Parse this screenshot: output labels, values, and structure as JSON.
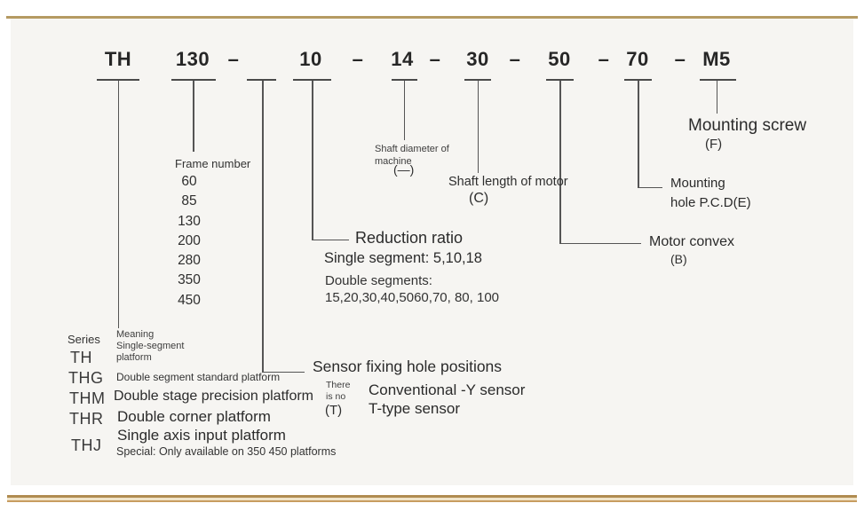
{
  "code": {
    "series": "TH",
    "frame": "130",
    "sep1": "–",
    "reduction": "10",
    "sep2": "–",
    "shaft_diameter": "14",
    "sep3": "–",
    "shaft_length": "30",
    "sep4": "–",
    "motor_convex": "50",
    "sep5": "–",
    "mounting_hole": "70",
    "sep6": "–",
    "mounting_screw": "M5"
  },
  "frame": {
    "title": "Frame number",
    "values": [
      "60",
      "85",
      "130",
      "200",
      "280",
      "350",
      "450"
    ]
  },
  "shaft_diameter": {
    "line1": "Shaft diameter of",
    "line2": "machine",
    "code": "(—)"
  },
  "shaft_length": {
    "title": "Shaft length of motor",
    "code": "(C)"
  },
  "mounting_screw": {
    "title": "Mounting screw",
    "code": "(F)"
  },
  "mounting_hole": {
    "line1": "Mounting",
    "line2": "hole P.C.D(E)"
  },
  "motor_convex": {
    "title": "Motor convex",
    "code": "(B)"
  },
  "reduction": {
    "title": "Reduction ratio",
    "single": "Single segment: 5,10,18",
    "double_label": "Double segments:",
    "double_values": "15,20,30,40,5060,70, 80, 100"
  },
  "sensor": {
    "title": "Sensor fixing hole positions",
    "note_line1": "There",
    "note_line2": "is no",
    "note_code": "(T)",
    "option1": "Conventional -Y sensor",
    "option2": "T-type sensor"
  },
  "series": {
    "label": "Series",
    "rows": [
      {
        "code": "TH",
        "meaning1": "Meaning",
        "meaning2": "Single-segment",
        "meaning3": "platform"
      },
      {
        "code": "THG",
        "meaning": "Double segment standard platform"
      },
      {
        "code": "THM",
        "meaning": "Double stage precision platform"
      },
      {
        "code": "THR",
        "meaning": "Double corner platform"
      },
      {
        "code": "THJ",
        "meaning": "Single axis input platform",
        "note": "Special: Only available on 350 450 platforms"
      }
    ]
  },
  "colors": {
    "gold_border": "#b59a62",
    "background": "#f6f5f2",
    "text": "#2b2b2b",
    "leader_line": "#555555"
  }
}
